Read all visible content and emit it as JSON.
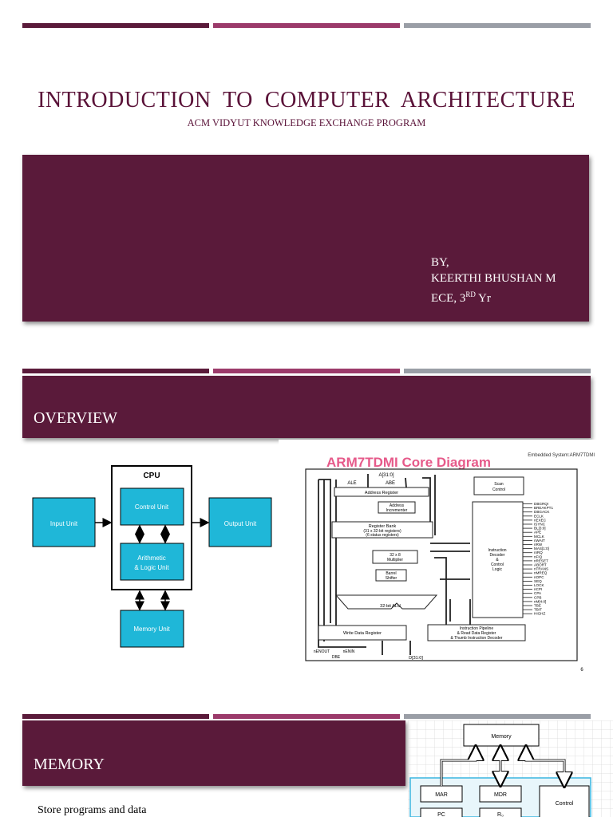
{
  "slide1": {
    "title": "INTRODUCTION  TO  COMPUTER  ARCHITECTURE",
    "subtitle": "ACM VIDYUT KNOWLEDGE EXCHANGE PROGRAM",
    "by": "BY,",
    "author": "KEERTHI BHUSHAN M",
    "dept_prefix": "ECE, 3",
    "dept_sup": "RD",
    "dept_suffix": " Yr"
  },
  "slide2": {
    "title": "OVERVIEW",
    "cpu_diagram": {
      "cpu_label": "CPU",
      "input": "Input Unit",
      "control": "Control Unit",
      "alu_line1": "Arithmetic",
      "alu_line2": "& Logic Unit",
      "output": "Output Unit",
      "memory": "Memory Unit"
    },
    "arm": {
      "header_note": "Embedded System:ARM7TDMI",
      "title": "ARM7TDMI Core Diagram",
      "page_number": "6",
      "addr_bus": "A[31:0]",
      "ale": "ALE",
      "abe": "ABE",
      "address_register": "Address Register",
      "address_incrementer_1": "Address",
      "address_incrementer_2": "Incrementer",
      "register_bank_1": "Register Bank",
      "register_bank_2": "(31 x 32-bit registers)",
      "register_bank_3": "(6 status registers)",
      "multiplier_1": "32 x 8",
      "multiplier_2": "Multiplier",
      "barrel_1": "Barrel",
      "barrel_2": "Shifter",
      "alu": "32-bit ALU",
      "write_data": "Write Data Register",
      "pipeline_1": "Instruction Pipeline",
      "pipeline_2": "& Read Data Register",
      "pipeline_3": "& Thumb Instruction Decoder",
      "scan_1": "Scan",
      "scan_2": "Control",
      "decoder_1": "Instruction",
      "decoder_2": "Decoder",
      "decoder_3": "&",
      "decoder_4": "Control",
      "decoder_5": "Logic",
      "nenout": "nENOUT",
      "nenin": "nENIN",
      "dbe": "DBE",
      "dbus": "D[31:0]",
      "signals": [
        "DBGRQI",
        "BREAKPT1",
        "DBGACK",
        "ECLK",
        "nEXEC",
        "ISYNC",
        "BL[3:0]",
        "APE",
        "MCLK",
        "nWAIT",
        "nRW",
        "MAS[1:0]",
        "nIRQ",
        "nFIQ",
        "nRESET",
        "ABORT",
        "nTRANS",
        "nMREQ",
        "nOPC",
        "SEQ",
        "LOCK",
        "nCPI",
        "CPA",
        "CPB",
        "nM[4:0]",
        "TBE",
        "TBIT",
        "HIGHZ"
      ]
    }
  },
  "slide3": {
    "title": "MEMORY",
    "bullet": "Store programs and data",
    "diagram": {
      "memory": "Memory",
      "mar": "MAR",
      "mdr": "MDR",
      "control": "Control",
      "pc": "PC",
      "r0": "R₀"
    }
  },
  "colors": {
    "maroon": "#5a1a3a",
    "title_text": "#5a1238",
    "bar_dark": "#5a1a3a",
    "bar_mid": "#9b3a6a",
    "bar_grey": "#9a9ea6",
    "cyan": "#1fb7d8",
    "arm_title": "#e65a8a"
  }
}
